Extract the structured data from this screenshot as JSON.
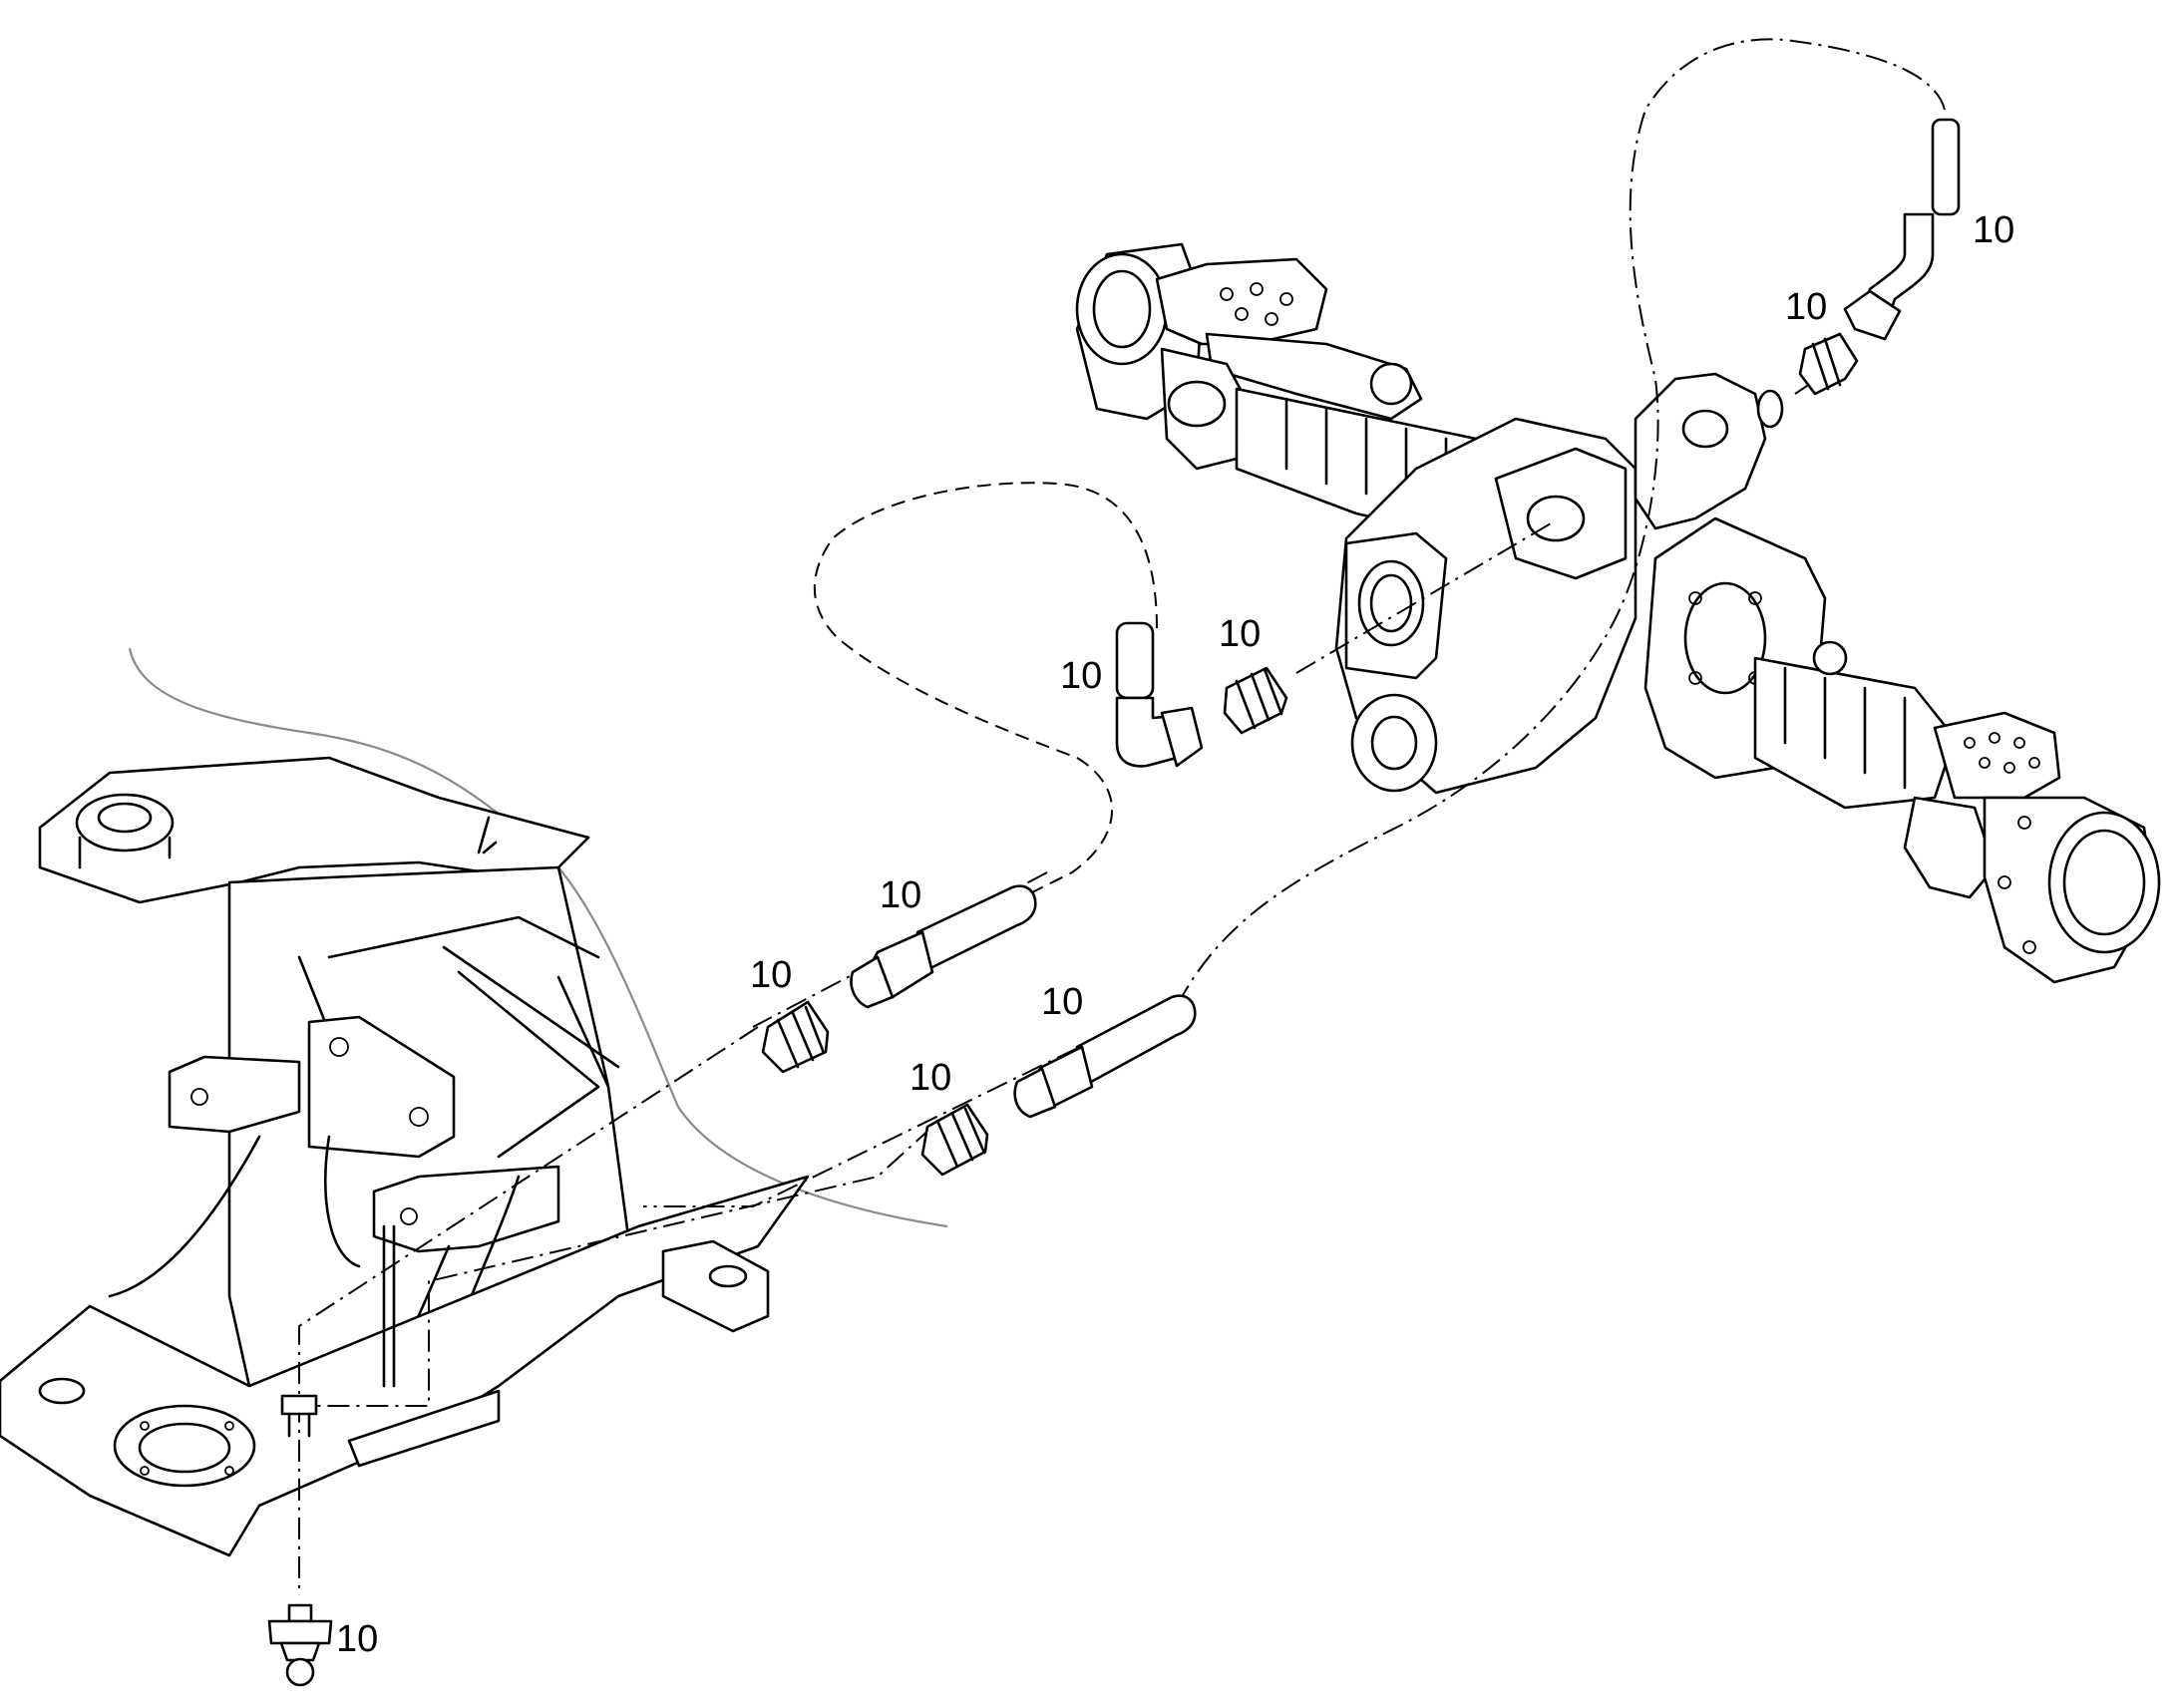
{
  "labels": [
    {
      "id": "hose-top-right",
      "text": "10"
    },
    {
      "id": "fitting-top-right",
      "text": "10"
    },
    {
      "id": "hose-center-elbow",
      "text": "10"
    },
    {
      "id": "fitting-center",
      "text": "10"
    },
    {
      "id": "hose-upper-straight",
      "text": "10"
    },
    {
      "id": "fitting-upper-left",
      "text": "10"
    },
    {
      "id": "hose-lower-straight",
      "text": "10"
    },
    {
      "id": "fitting-lower",
      "text": "10"
    },
    {
      "id": "grease-nipple-bottom",
      "text": "10"
    }
  ]
}
